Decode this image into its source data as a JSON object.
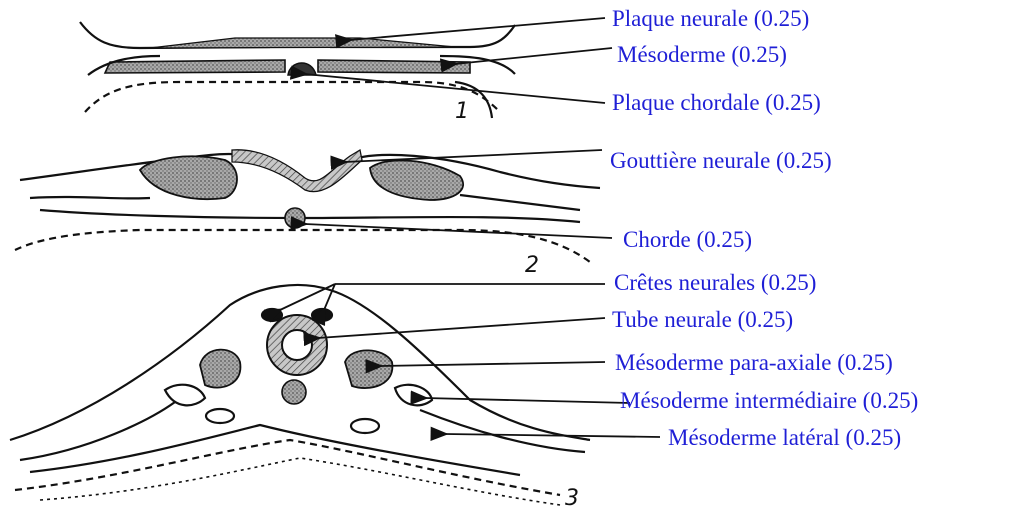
{
  "colors": {
    "label_text": "#1f1fd6",
    "ink": "#111111",
    "stipple": "#8a8a8a"
  },
  "stages": {
    "s1": "1",
    "s2": "2",
    "s3": "3"
  },
  "labels": {
    "plaque_neurale": "Plaque neurale (0.25)",
    "mesoderme": "Mésoderme (0.25)",
    "plaque_chordale": "Plaque chordale (0.25)",
    "gouttiere_neurale": "Gouttière neurale (0.25)",
    "chorde": "Chorde (0.25)",
    "cretes_neurales": "Crêtes neurales (0.25)",
    "tube_neurale": "Tube neurale (0.25)",
    "mesoderme_para_axiale": "Mésoderme para-axiale (0.25)",
    "mesoderme_intermediaire": "Mésoderme intermédiaire (0.25)",
    "mesoderme_lateral": "Mésoderme latéral (0.25)"
  }
}
